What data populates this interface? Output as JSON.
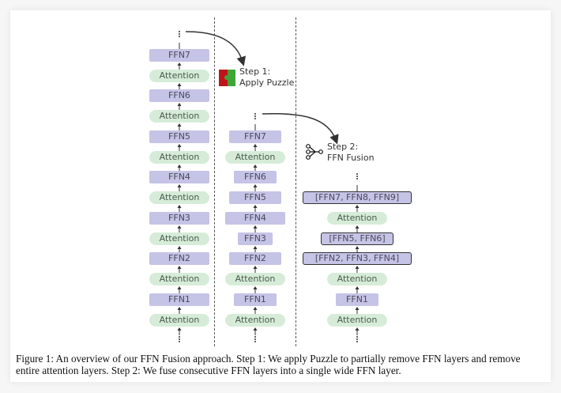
{
  "left_column": [
    "FFN7",
    "Attention",
    "FFN6",
    "Attention",
    "FFN5",
    "Attention",
    "FFN4",
    "Attention",
    "FFN3",
    "Attention",
    "FFN2",
    "Attention",
    "FFN1",
    "Attention"
  ],
  "middle_column": [
    "FFN7",
    "Attention",
    "FFN6",
    "FFN5",
    "FFN4",
    "FFN3",
    "FFN2",
    "Attention",
    "FFN1",
    "Attention"
  ],
  "right_column": [
    "[FFN7, FFN8, FFN9]",
    "Attention",
    "[FFN5, FFN6]",
    "[FFN2, FFN3, FFN4]",
    "Attention",
    "FFN1",
    "Attention"
  ],
  "step1": {
    "line1": "Step 1:",
    "line2": "Apply Puzzle",
    "icon": "puzzle-icon"
  },
  "step2": {
    "line1": "Step 2:",
    "line2": "FFN Fusion",
    "icon": "fork-icon"
  },
  "caption": "Figure 1: An overview of our FFN Fusion approach. Step 1: We apply Puzzle to partially remove FFN layers and remove entire attention layers. Step 2: We fuse consecutive FFN layers into a single wide FFN layer.",
  "colors": {
    "ffn": "#c5c3e6",
    "attention": "#d6ecd8",
    "puzzle_red": "#c0141b",
    "puzzle_green": "#3fa535"
  }
}
